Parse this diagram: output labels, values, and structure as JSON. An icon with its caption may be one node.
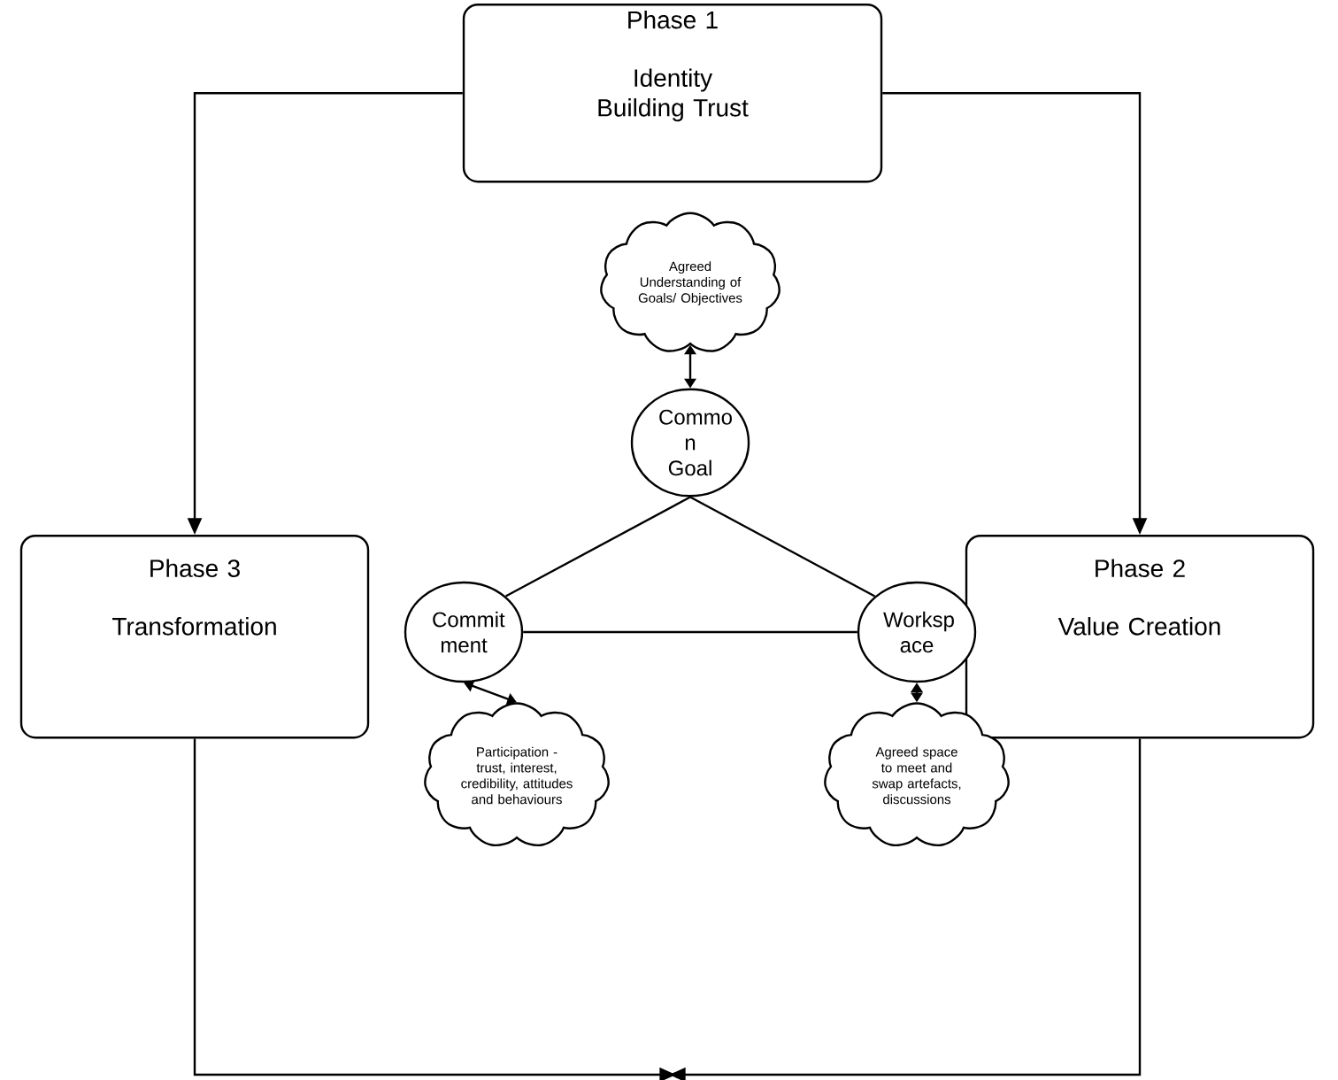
{
  "diagram": {
    "nodes": [
      {
        "text": [
          "Phase 1",
          "Identity Building Trust"
        ]
      },
      {
        "text": [
          "Phase 3",
          "Transformation"
        ]
      },
      {
        "text": [
          "Phase 2",
          "Value Creation"
        ]
      },
      {
        "text": [
          "Agreed Understanding of Goals/ Objectives"
        ]
      },
      {
        "text": [
          "Commo n Goal"
        ]
      },
      {
        "text": [
          "Commit ment"
        ]
      },
      {
        "text": [
          "Worksp ace"
        ]
      },
      {
        "text": [
          "Participation - trust, interest, credibility, attitudes and behaviours"
        ]
      },
      {
        "text": [
          "Agreed space to meet and swap artefacts, discussions"
        ]
      }
    ],
    "edges": [
      {
        "from": 0,
        "to": 1,
        "arrow": "to"
      },
      {
        "from": 0,
        "to": 2,
        "arrow": "to"
      },
      {
        "from": 4,
        "to": 3,
        "arrow": "both"
      },
      {
        "from": 4,
        "to": 5,
        "arrow": "none"
      },
      {
        "from": 4,
        "to": 6,
        "arrow": "none"
      },
      {
        "from": 5,
        "to": 6,
        "arrow": "none"
      },
      {
        "from": 5,
        "to": 7,
        "arrow": "both"
      },
      {
        "from": 6,
        "to": 8,
        "arrow": "both"
      },
      {
        "from": 1,
        "to": null,
        "arrow": "to"
      },
      {
        "from": 2,
        "to": null,
        "arrow": "to"
      }
    ]
  }
}
